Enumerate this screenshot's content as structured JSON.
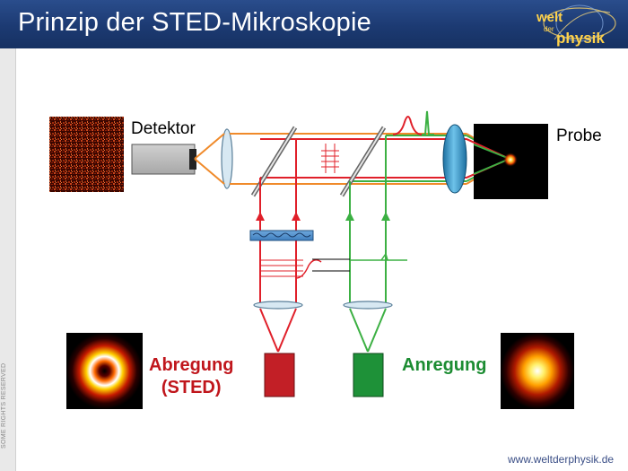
{
  "header": {
    "title": "Prinzip der STED-Mikroskopie"
  },
  "logo": {
    "line1": "welt",
    "line2": "der",
    "line3": "physik"
  },
  "side_note": "SOME RIGHTS RESERVED",
  "labels": {
    "detector": "Detektor",
    "sample": "Probe",
    "depletion_line1": "Abregung",
    "depletion_line2": "(STED)",
    "excitation": "Anregung"
  },
  "footer": {
    "url": "www.weltderphysik.de"
  },
  "colors": {
    "header_bg": "#1c3a72",
    "sted_red": "#e0202a",
    "excitation_green": "#3cb043",
    "depletion_label": "#c0161c",
    "excitation_label": "#1c8c32"
  }
}
